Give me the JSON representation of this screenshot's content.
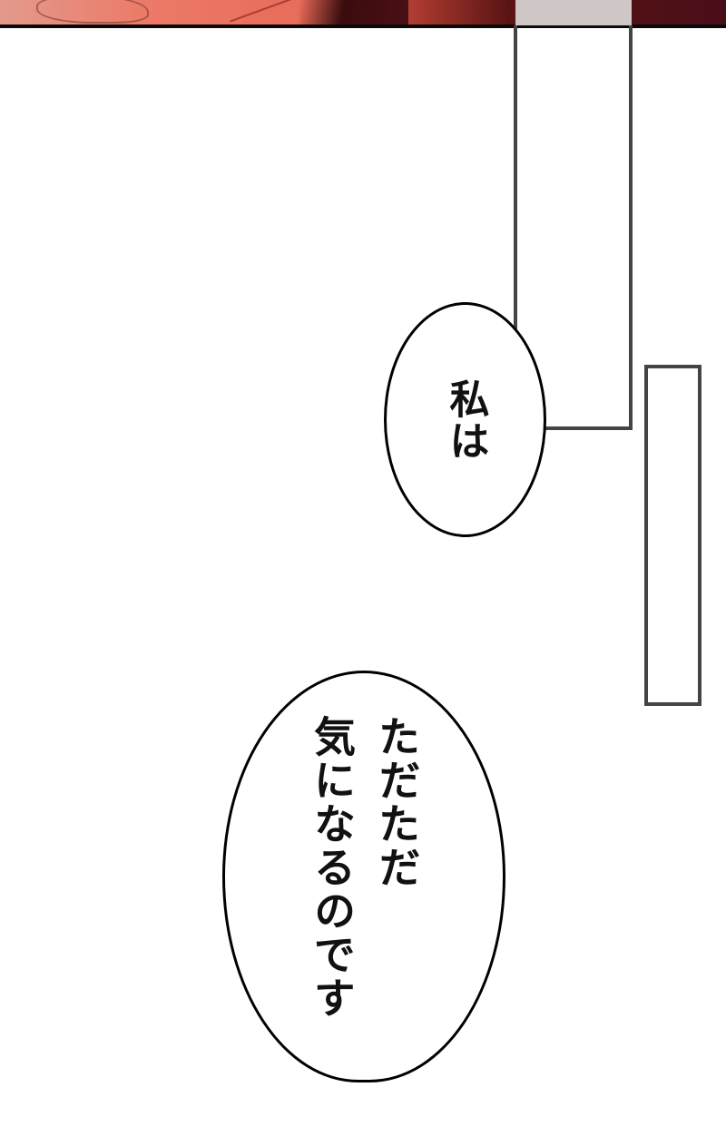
{
  "page": {
    "type": "manga/webtoon panel",
    "background": "#ffffff"
  },
  "previous_panel": {
    "description": "bottom edge of previous illustrated panel (red/pink skin tones fading to dark maroon)",
    "colors": [
      "#e86a58",
      "#4a0e18"
    ],
    "border_color": "#0a0a0a"
  },
  "panel_frames": {
    "line_color": "#444444"
  },
  "speech_bubbles": [
    {
      "id": "bubble-1",
      "text": "私は"
    },
    {
      "id": "bubble-2",
      "lines": [
        "ただただ",
        "気になるのです"
      ],
      "text": "ただただ\n気になるのです"
    }
  ]
}
